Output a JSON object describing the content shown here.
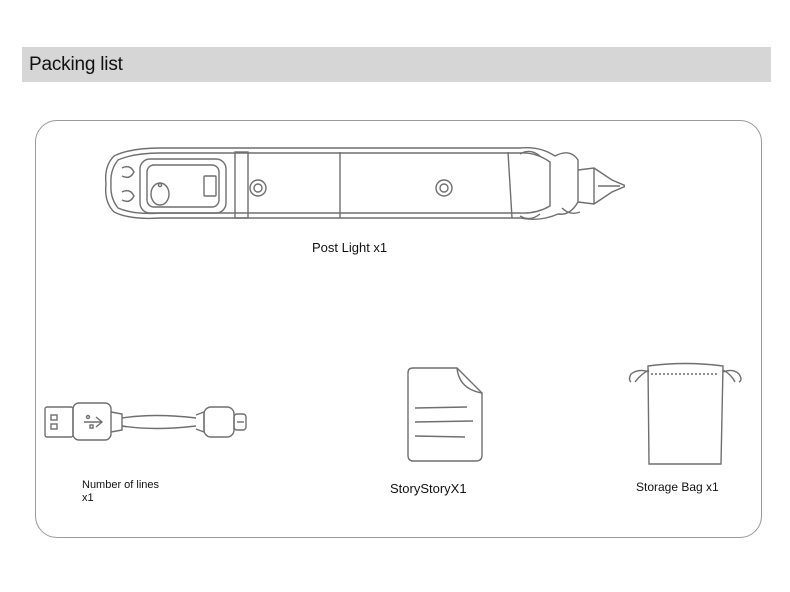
{
  "header": {
    "title": "Packing list"
  },
  "items": [
    {
      "label": "Post Light x1",
      "icon": "post-light-icon"
    },
    {
      "label_line1": "Number of lines",
      "label_line2": "x1",
      "icon": "usb-cable-icon"
    },
    {
      "label": "StoryStoryX1",
      "icon": "document-icon"
    },
    {
      "label": "Storage Bag x1",
      "icon": "storage-bag-icon"
    }
  ],
  "colors": {
    "header_bg": "#d6d6d6",
    "panel_border": "#9a9a9a",
    "line_art": "#6f6f6f"
  }
}
